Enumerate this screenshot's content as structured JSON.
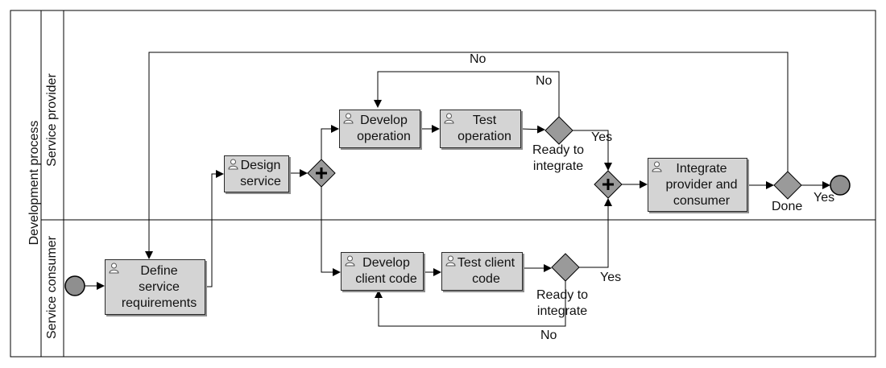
{
  "pool": {
    "title": "Development process"
  },
  "lanes": {
    "provider": "Service provider",
    "consumer": "Service consumer"
  },
  "tasks": {
    "define": "Define\nservice\nrequirements",
    "design": "Design\nservice",
    "develop_op": "Develop\noperation",
    "test_op": "Test\noperation",
    "develop_client": "Develop\nclient code",
    "test_client": "Test client\ncode",
    "integrate": "Integrate\nprovider and\nconsumer"
  },
  "gateways": {
    "ready_provider": "Ready to\nintegrate",
    "ready_consumer": "Ready to\nintegrate",
    "done": "Done"
  },
  "flow_labels": {
    "no_top": "No",
    "no_provider": "No",
    "yes_provider": "Yes",
    "yes_done": "Yes",
    "yes_consumer": "Yes",
    "no_consumer": "No"
  },
  "colors": {
    "task_fill": "#d4d4d4",
    "gateway_fill": "#9a9a9a",
    "event_fill": "#8f8f8f",
    "line": "#000000"
  },
  "icons": {
    "task_performer": "user-icon"
  }
}
